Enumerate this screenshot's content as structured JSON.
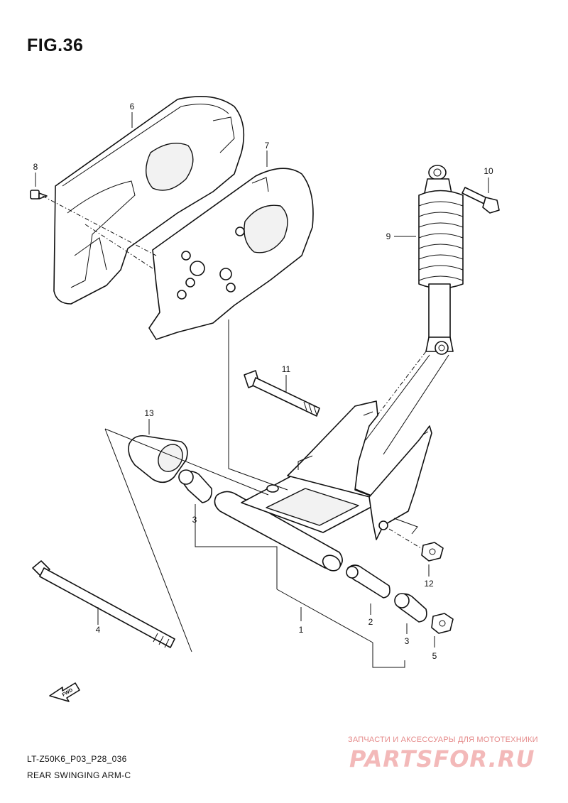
{
  "figure": {
    "title": "FIG.36"
  },
  "callouts": [
    {
      "id": "c1",
      "label": "1"
    },
    {
      "id": "c2",
      "label": "2"
    },
    {
      "id": "c3a",
      "label": "3"
    },
    {
      "id": "c3b",
      "label": "3"
    },
    {
      "id": "c4",
      "label": "4"
    },
    {
      "id": "c5",
      "label": "5"
    },
    {
      "id": "c6",
      "label": "6"
    },
    {
      "id": "c7",
      "label": "7"
    },
    {
      "id": "c8",
      "label": "8"
    },
    {
      "id": "c9",
      "label": "9"
    },
    {
      "id": "c10",
      "label": "10"
    },
    {
      "id": "c11",
      "label": "11"
    },
    {
      "id": "c12",
      "label": "12"
    },
    {
      "id": "c13",
      "label": "13"
    }
  ],
  "fwd_label": "FWD",
  "footer": {
    "code": "LT-Z50K6_P03_P28_036",
    "name": "REAR SWINGING ARM-C"
  },
  "watermark": {
    "tagline": "ЗАПЧАСТИ И АКСЕССУАРЫ ДЛЯ МОТОТЕХНИКИ",
    "brand": "PARTSFOR.RU"
  },
  "colors": {
    "line": "#111111",
    "watermark": "#f3b9b9",
    "background": "#ffffff"
  }
}
